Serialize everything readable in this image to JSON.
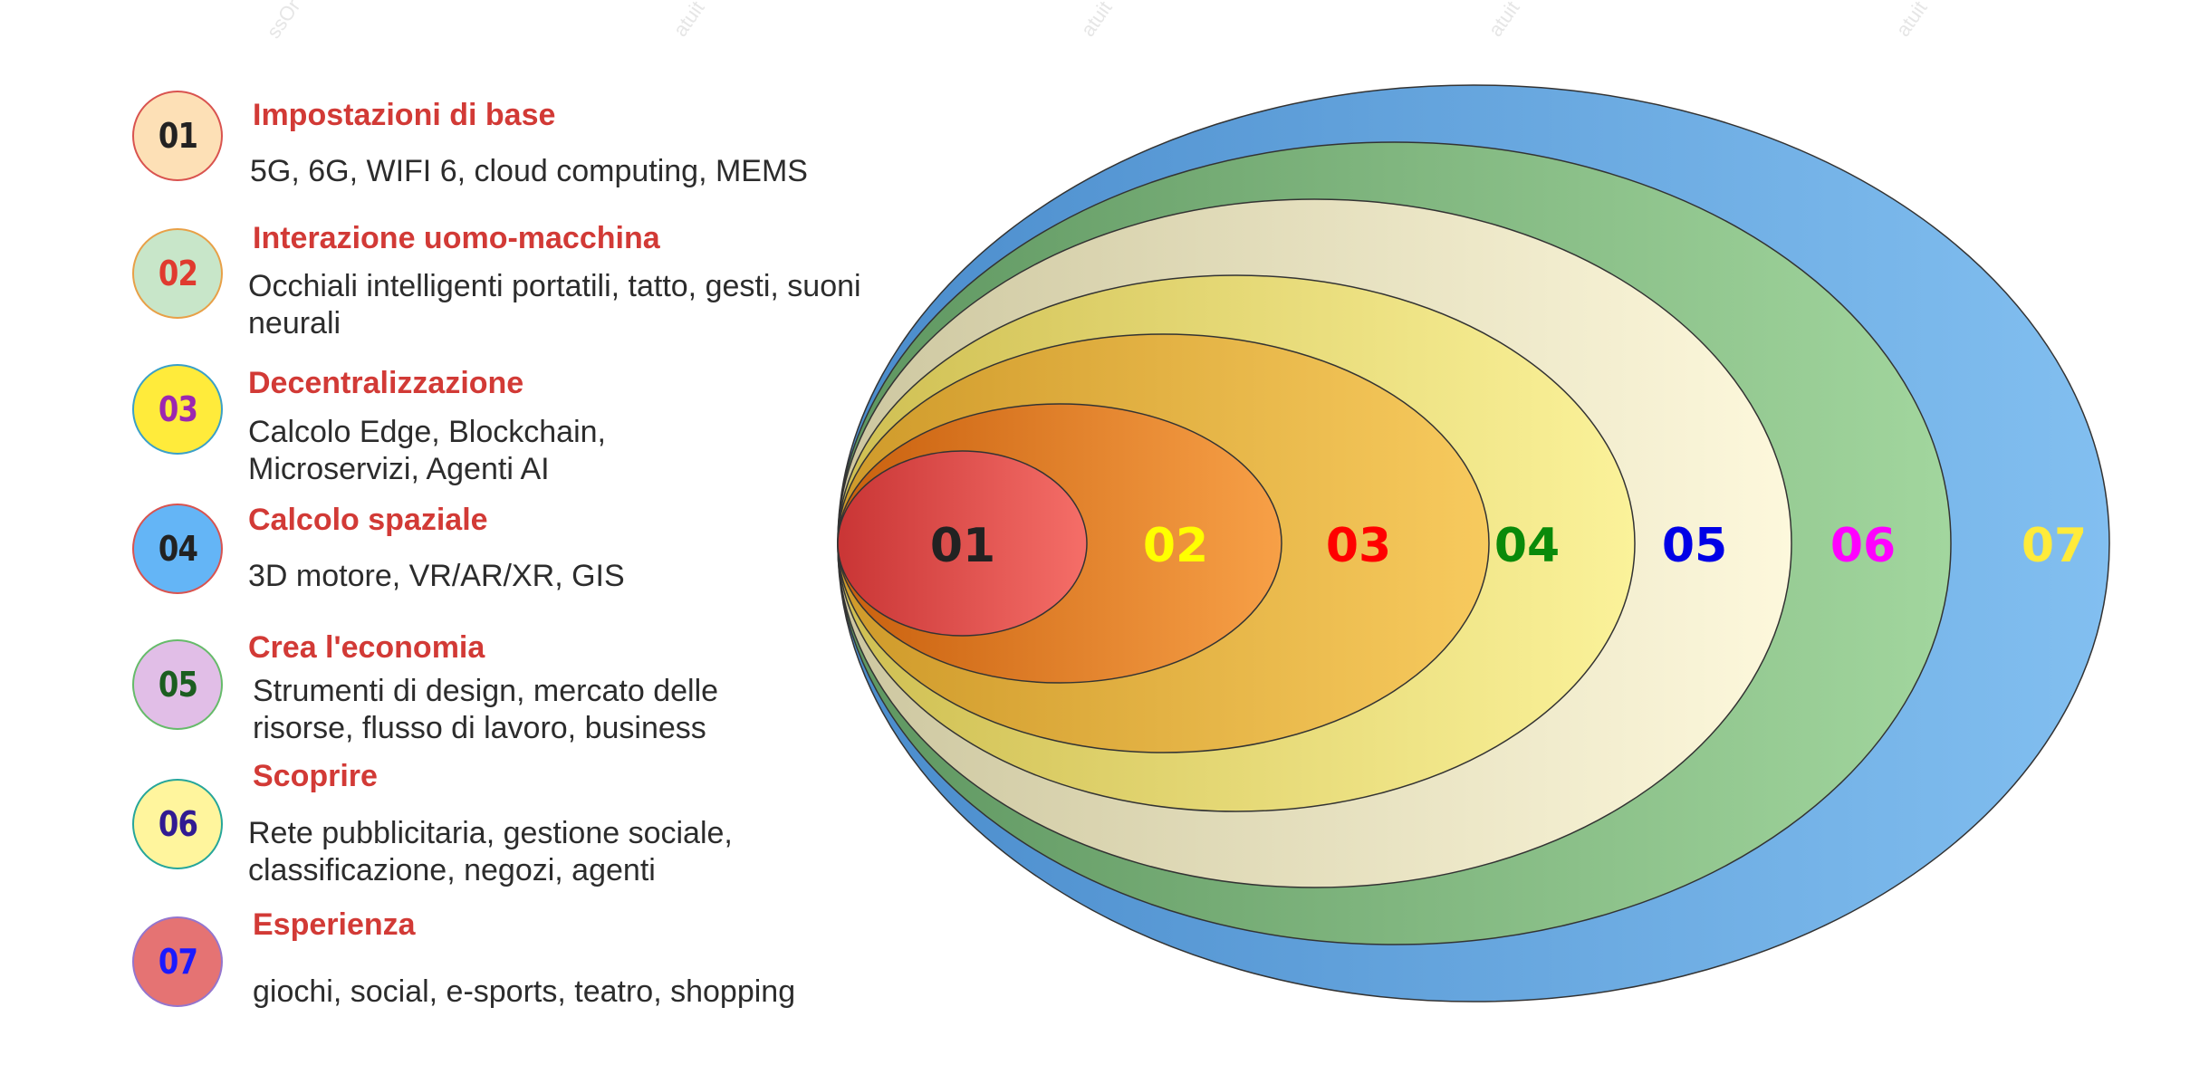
{
  "items": [
    {
      "num": "01",
      "title": "Impostazioni di base",
      "desc": "5G, 6G, WIFI 6, cloud computing, MEMS",
      "badge_fill": "#fde0b6",
      "badge_border": "#d9534f",
      "num_color": "#222222"
    },
    {
      "num": "02",
      "title": "Interazione uomo-macchina",
      "desc": "Occhiali intelligenti portatili, tatto, gesti, suoni neurali",
      "badge_fill": "#c8e6c9",
      "badge_border": "#e8a047",
      "num_color": "#e03a2f"
    },
    {
      "num": "03",
      "title": "Decentralizzazione",
      "desc": "Calcolo Edge, Blockchain, Microservizi, Agenti AI",
      "badge_fill": "#ffeb3b",
      "badge_border": "#3aa0c8",
      "num_color": "#9c27b0"
    },
    {
      "num": "04",
      "title": "Calcolo spaziale",
      "desc": "3D motore, VR/AR/XR, GIS",
      "badge_fill": "#64b5f6",
      "badge_border": "#d9534f",
      "num_color": "#222222"
    },
    {
      "num": "05",
      "title": "Crea l'economia",
      "desc": "Strumenti di design, mercato delle risorse, flusso di lavoro, business",
      "badge_fill": "#e1bee7",
      "badge_border": "#66bb6a",
      "num_color": "#1b5e20"
    },
    {
      "num": "06",
      "title": "Scoprire",
      "desc": "Rete pubblicitaria, gestione sociale, classificazione, negozi, agenti",
      "badge_fill": "#fff59d",
      "badge_border": "#26a69a",
      "num_color": "#311b92"
    },
    {
      "num": "07",
      "title": "Esperienza",
      "desc": "giochi, social, e-sports, teatro, shopping",
      "badge_fill": "#e57373",
      "badge_border": "#9575cd",
      "num_color": "#1a1aff"
    }
  ],
  "rings": [
    {
      "label": "07",
      "label_color": "#ffeb3b",
      "fill_from": "#4a8ccc",
      "fill_to": "#82bff0"
    },
    {
      "label": "06",
      "label_color": "#ff00ff",
      "fill_from": "#5e9660",
      "fill_to": "#a2d69e"
    },
    {
      "label": "05",
      "label_color": "#0000e6",
      "fill_from": "#cdc7a0",
      "fill_to": "#fdf8dc"
    },
    {
      "label": "04",
      "label_color": "#0a8a0a",
      "fill_from": "#cfbf52",
      "fill_to": "#fbf29a"
    },
    {
      "label": "03",
      "label_color": "#ff0000",
      "fill_from": "#cf9a2a",
      "fill_to": "#f7ca5e"
    },
    {
      "label": "02",
      "label_color": "#ffff00",
      "fill_from": "#c9600e",
      "fill_to": "#f7a047"
    },
    {
      "label": "01",
      "label_color": "#222222",
      "fill_from": "#c93535",
      "fill_to": "#f56e68"
    }
  ]
}
